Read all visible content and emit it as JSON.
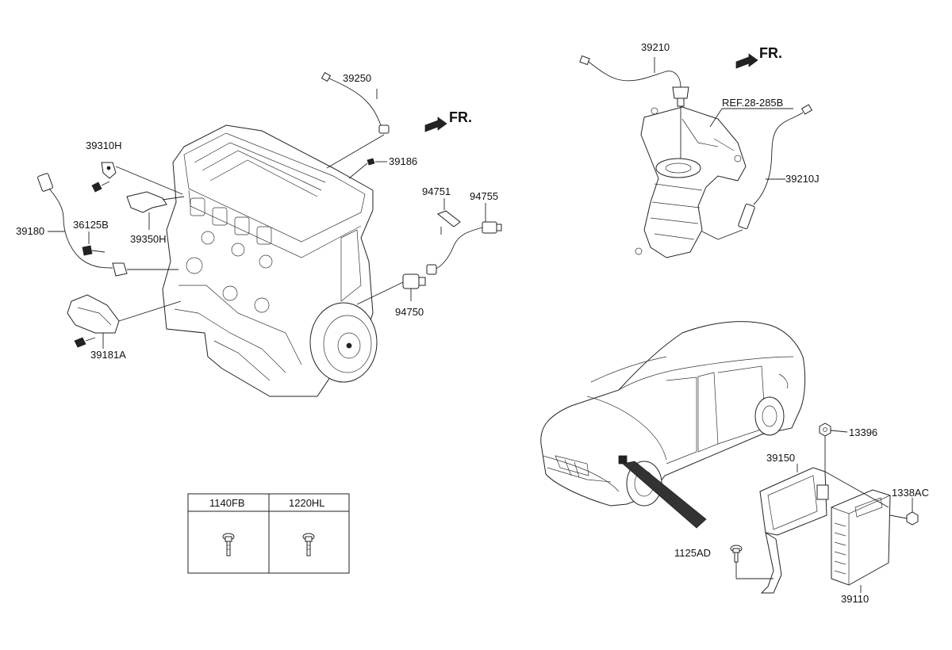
{
  "parts": {
    "p39250": "39250",
    "p39186": "39186",
    "p39310H": "39310H",
    "p39180": "39180",
    "p36125B": "36125B",
    "p39350H": "39350H",
    "p39181A": "39181A",
    "p94751": "94751",
    "p94755": "94755",
    "p94750": "94750",
    "p39210": "39210",
    "ref": "REF.28-285B",
    "p39210J": "39210J",
    "p13396": "13396",
    "p39150": "39150",
    "p1338AC": "1338AC",
    "p1125AD": "1125AD",
    "p39110": "39110"
  },
  "front_marker": "FR.",
  "fastener_table": {
    "headers": [
      "1140FB",
      "1220HL"
    ]
  }
}
